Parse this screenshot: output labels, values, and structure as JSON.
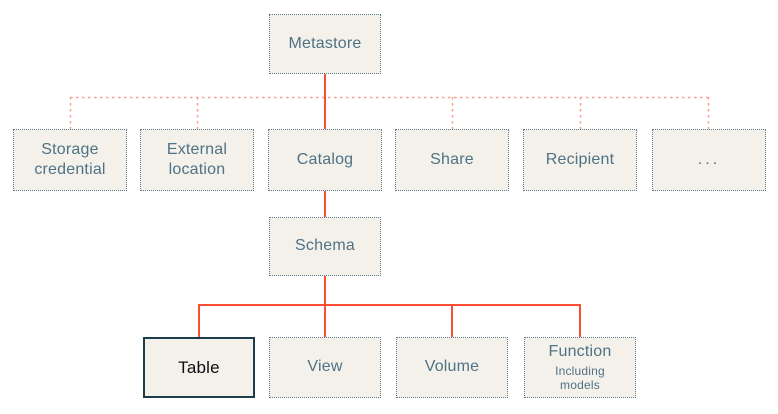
{
  "diagram": {
    "type": "hierarchy",
    "nodes": {
      "metastore": {
        "label": "Metastore",
        "style": "dotted"
      },
      "storage_credential": {
        "label": "Storage credential",
        "style": "dotted"
      },
      "external_location": {
        "label": "External location",
        "style": "dotted"
      },
      "catalog": {
        "label": "Catalog",
        "style": "dotted"
      },
      "share": {
        "label": "Share",
        "style": "dotted"
      },
      "recipient": {
        "label": "Recipient",
        "style": "dotted"
      },
      "ellipsis": {
        "label": "...",
        "style": "dotted"
      },
      "schema": {
        "label": "Schema",
        "style": "dotted"
      },
      "table": {
        "label": "Table",
        "style": "solid-highlight"
      },
      "view": {
        "label": "View",
        "style": "dotted"
      },
      "volume": {
        "label": "Volume",
        "style": "dotted"
      },
      "function": {
        "label": "Function",
        "sublabel": "Including models",
        "style": "dotted"
      }
    },
    "edges": [
      {
        "from": "metastore",
        "to": "storage_credential",
        "line": "dashed"
      },
      {
        "from": "metastore",
        "to": "external_location",
        "line": "dashed"
      },
      {
        "from": "metastore",
        "to": "catalog",
        "line": "solid"
      },
      {
        "from": "metastore",
        "to": "share",
        "line": "dashed"
      },
      {
        "from": "metastore",
        "to": "recipient",
        "line": "dashed"
      },
      {
        "from": "metastore",
        "to": "ellipsis",
        "line": "dashed"
      },
      {
        "from": "catalog",
        "to": "schema",
        "line": "solid"
      },
      {
        "from": "schema",
        "to": "table",
        "line": "solid"
      },
      {
        "from": "schema",
        "to": "view",
        "line": "solid"
      },
      {
        "from": "schema",
        "to": "volume",
        "line": "solid"
      },
      {
        "from": "schema",
        "to": "function",
        "line": "solid"
      }
    ],
    "colors": {
      "background": "#ffffff",
      "box_fill": "#f4f1ea",
      "box_border": "#5a7d8c",
      "box_text": "#4e7286",
      "highlight_border": "#1c3c4a",
      "highlight_text": "#0b0f12",
      "solid_line": "#fb4e33",
      "dashed_line": "#f8a08f"
    }
  }
}
